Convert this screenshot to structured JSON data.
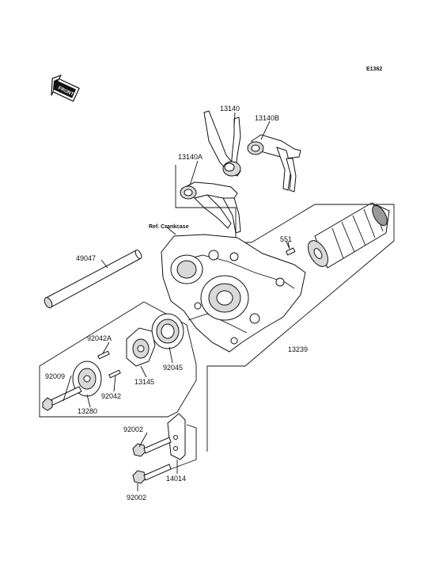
{
  "diagram_code": "E1362",
  "front_label": "FRONT",
  "ref_label": "Ref. Crankcase",
  "parts": {
    "p13140": "13140",
    "p13140B": "13140B",
    "p13140A": "13140A",
    "p551": "551",
    "p49047": "49047",
    "p92042A": "92042A",
    "p92045": "92045",
    "p92009": "92009",
    "p92042": "92042",
    "p13145": "13145",
    "p13280": "13280",
    "p13239": "13239",
    "p92002_top": "92002",
    "p14014": "14014",
    "p92002_bottom": "92002"
  }
}
